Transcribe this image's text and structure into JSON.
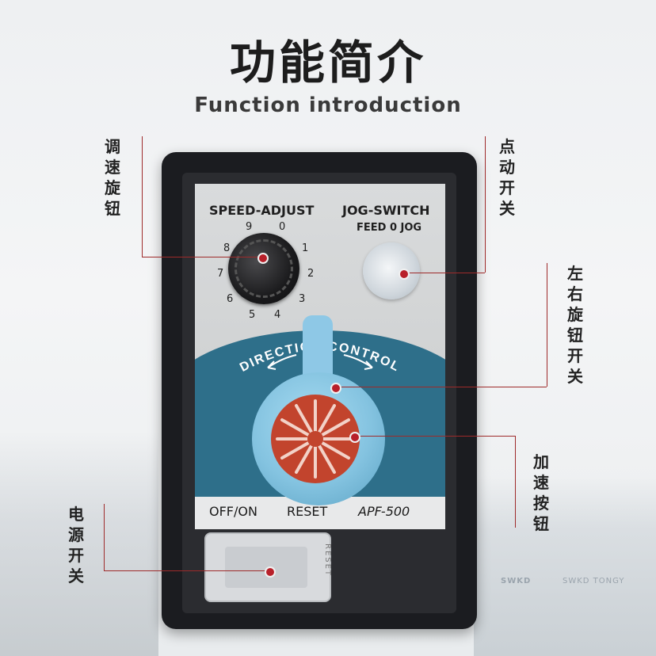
{
  "title": {
    "chinese": "功能简介",
    "english": "Function introduction"
  },
  "panel": {
    "speed_adjust": "SPEED-ADJUST",
    "jog_switch": "JOG-SWITCH",
    "jog_positions": "FEED 0 JOG",
    "dial_numbers": [
      "9",
      "0",
      "1",
      "2",
      "3",
      "4",
      "5",
      "6",
      "7",
      "8"
    ],
    "direction_control": "DIRECTION CONTROL",
    "off_on": "OFF/ON",
    "reset": "RESET",
    "model": "APF-500",
    "switch_reset": "RESET"
  },
  "callouts": {
    "speed_knob": "调速旋钮",
    "jog_switch": "点动开关",
    "direction_knob": "左右旋钮开关",
    "accel_button": "加速按钮",
    "power_switch": "电源开关"
  },
  "background": {
    "logo1": "SWKD",
    "logo2": "SWKD TONGY"
  },
  "colors": {
    "accent_line": "#9e2a2a",
    "callout_dot": "#b8202a",
    "panel_blue": "#2e6f8a",
    "knob_blue": "#84c3e0",
    "fan_red": "#c2442d"
  }
}
